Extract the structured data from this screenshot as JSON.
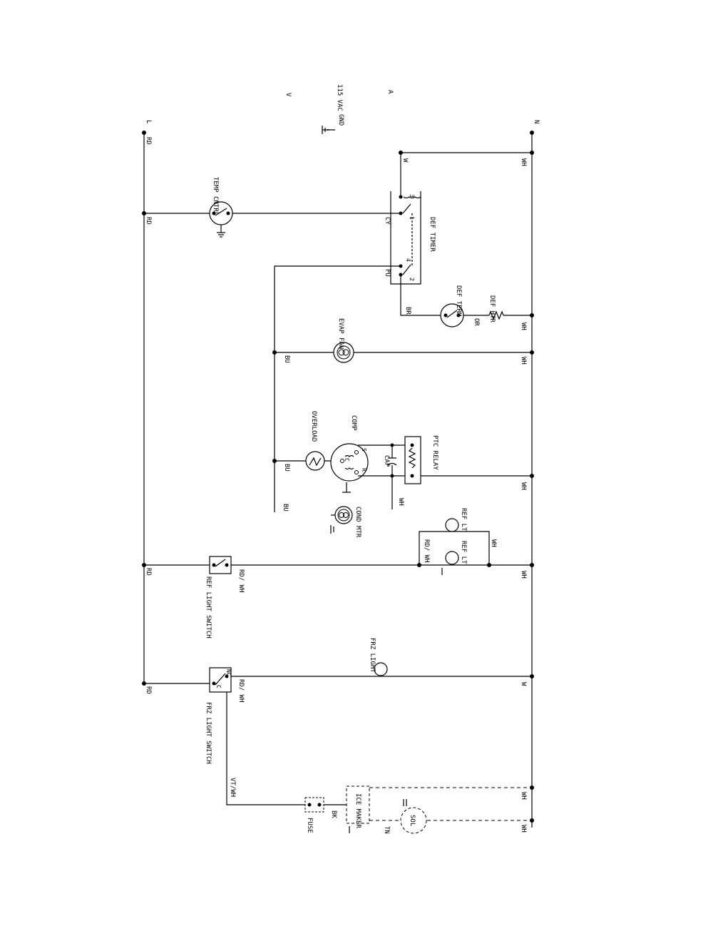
{
  "supply": {
    "voltage": "115 VAC",
    "l1": "L",
    "n": "N",
    "gnd": "GND",
    "left_mark": "V",
    "right_mark": "A"
  },
  "wire_labels": {
    "rd_top": "RD",
    "rd_tmp": "RD",
    "rd_refl": "RD",
    "rd_frz": "RD",
    "wh_top": "WH",
    "w_top": "W",
    "wh_right_top": "WH",
    "cy": "CY",
    "pu": "PU",
    "br": "BR",
    "or": "OR",
    "wh_def": "WH",
    "bu_fan": "BU",
    "wh_fan": "WH",
    "bu_comp": "BU",
    "bu_bottom": "BU",
    "wh_comp": "WH",
    "wh_relay_right": "WH",
    "rdwh_refsw": "RD/ WH",
    "rdwh_lights": "RD/ WH",
    "wh_lights": "WH",
    "wh_light_right": "WH",
    "rdwh_frzsw": "RD/ WH",
    "w_frz": "W",
    "vtwh": "VT/WH",
    "bk": "BK",
    "tn": "TN",
    "wh_ice1": "WH",
    "wh_ice2": "WH"
  },
  "components": {
    "tmp_cntrl": "TEMP CNTRL",
    "def_timer": "DEF TIMER",
    "def_term": "DEF TERM",
    "def_htr": "DEF HTR",
    "evap_fan": "EVAP FAN",
    "overload": "OVERLOAD",
    "comp": "COMP",
    "cap": "CAP",
    "ptc_relay": "PTC RELAY",
    "cond_mtr": "COND MTR",
    "ref_lt1": "REF LT",
    "ref_lt2": "REF LT",
    "ref_light_switch": "REF LIGHT SWITCH",
    "frz_light": "FRZ LIGHT",
    "frz_light_switch": "FRZ LIGHT SWITCH",
    "ice_maker": "ICE MAKER",
    "sol": "SOL",
    "fuse": "FUSE"
  },
  "terminals": {
    "t1": "1",
    "t2": "2",
    "t3": "3",
    "t4": "4",
    "s": "S",
    "r": "R",
    "c": "C",
    "nc": "NC",
    "c_sw": "C"
  }
}
